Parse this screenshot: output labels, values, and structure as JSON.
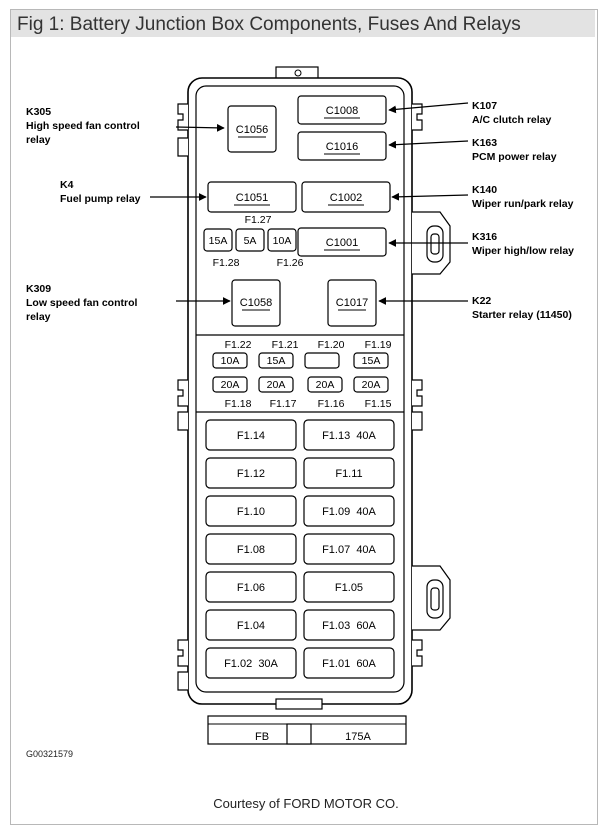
{
  "title": "Fig 1: Battery Junction Box Components, Fuses And Relays",
  "relays": {
    "C1056": "C1056",
    "C1008": "C1008",
    "C1016": "C1016",
    "C1051": "C1051",
    "C1002": "C1002",
    "C1001": "C1001",
    "C1058": "C1058",
    "C1017": "C1017"
  },
  "callouts": {
    "k305": [
      "K305",
      "High speed fan control",
      "relay"
    ],
    "k107": [
      "K107",
      "A/C clutch relay"
    ],
    "k163": [
      "K163",
      "PCM power relay"
    ],
    "k4": [
      "K4",
      "Fuel pump relay"
    ],
    "k140": [
      "K140",
      "Wiper run/park relay"
    ],
    "k316": [
      "K316",
      "Wiper high/low relay"
    ],
    "k309": [
      "K309",
      "Low speed fan control",
      "relay"
    ],
    "k22": [
      "K22",
      "Starter relay (11450)"
    ]
  },
  "mini_fuses": {
    "f128": "15A",
    "f127_amp": "5A",
    "f126": "10A",
    "f127": "F1.27",
    "f128_label": "F1.28",
    "f126_label": "F1.26"
  },
  "small_fuse_labels": {
    "top": [
      "F1.22",
      "F1.21",
      "F1.20",
      "F1.19"
    ],
    "bottom": [
      "F1.18",
      "F1.17",
      "F1.16",
      "F1.15"
    ]
  },
  "small_fuses": {
    "row1": [
      "10A",
      "15A",
      "",
      "15A"
    ],
    "row2": [
      "20A",
      "20A",
      "20A",
      "20A"
    ]
  },
  "maxi_fuses": [
    [
      "F1.14",
      "F1.13  40A"
    ],
    [
      "F1.12",
      "F1.11"
    ],
    [
      "F1.10",
      "F1.09  40A"
    ],
    [
      "F1.08",
      "F1.07  40A"
    ],
    [
      "F1.06",
      "F1.05"
    ],
    [
      "F1.04",
      "F1.03  60A"
    ],
    [
      "F1.02  30A",
      "F1.01  60A"
    ]
  ],
  "bottom": {
    "fb": "FB",
    "main": "175A"
  },
  "figure_code": "G00321579",
  "courtesy": "Courtesy of FORD MOTOR CO."
}
